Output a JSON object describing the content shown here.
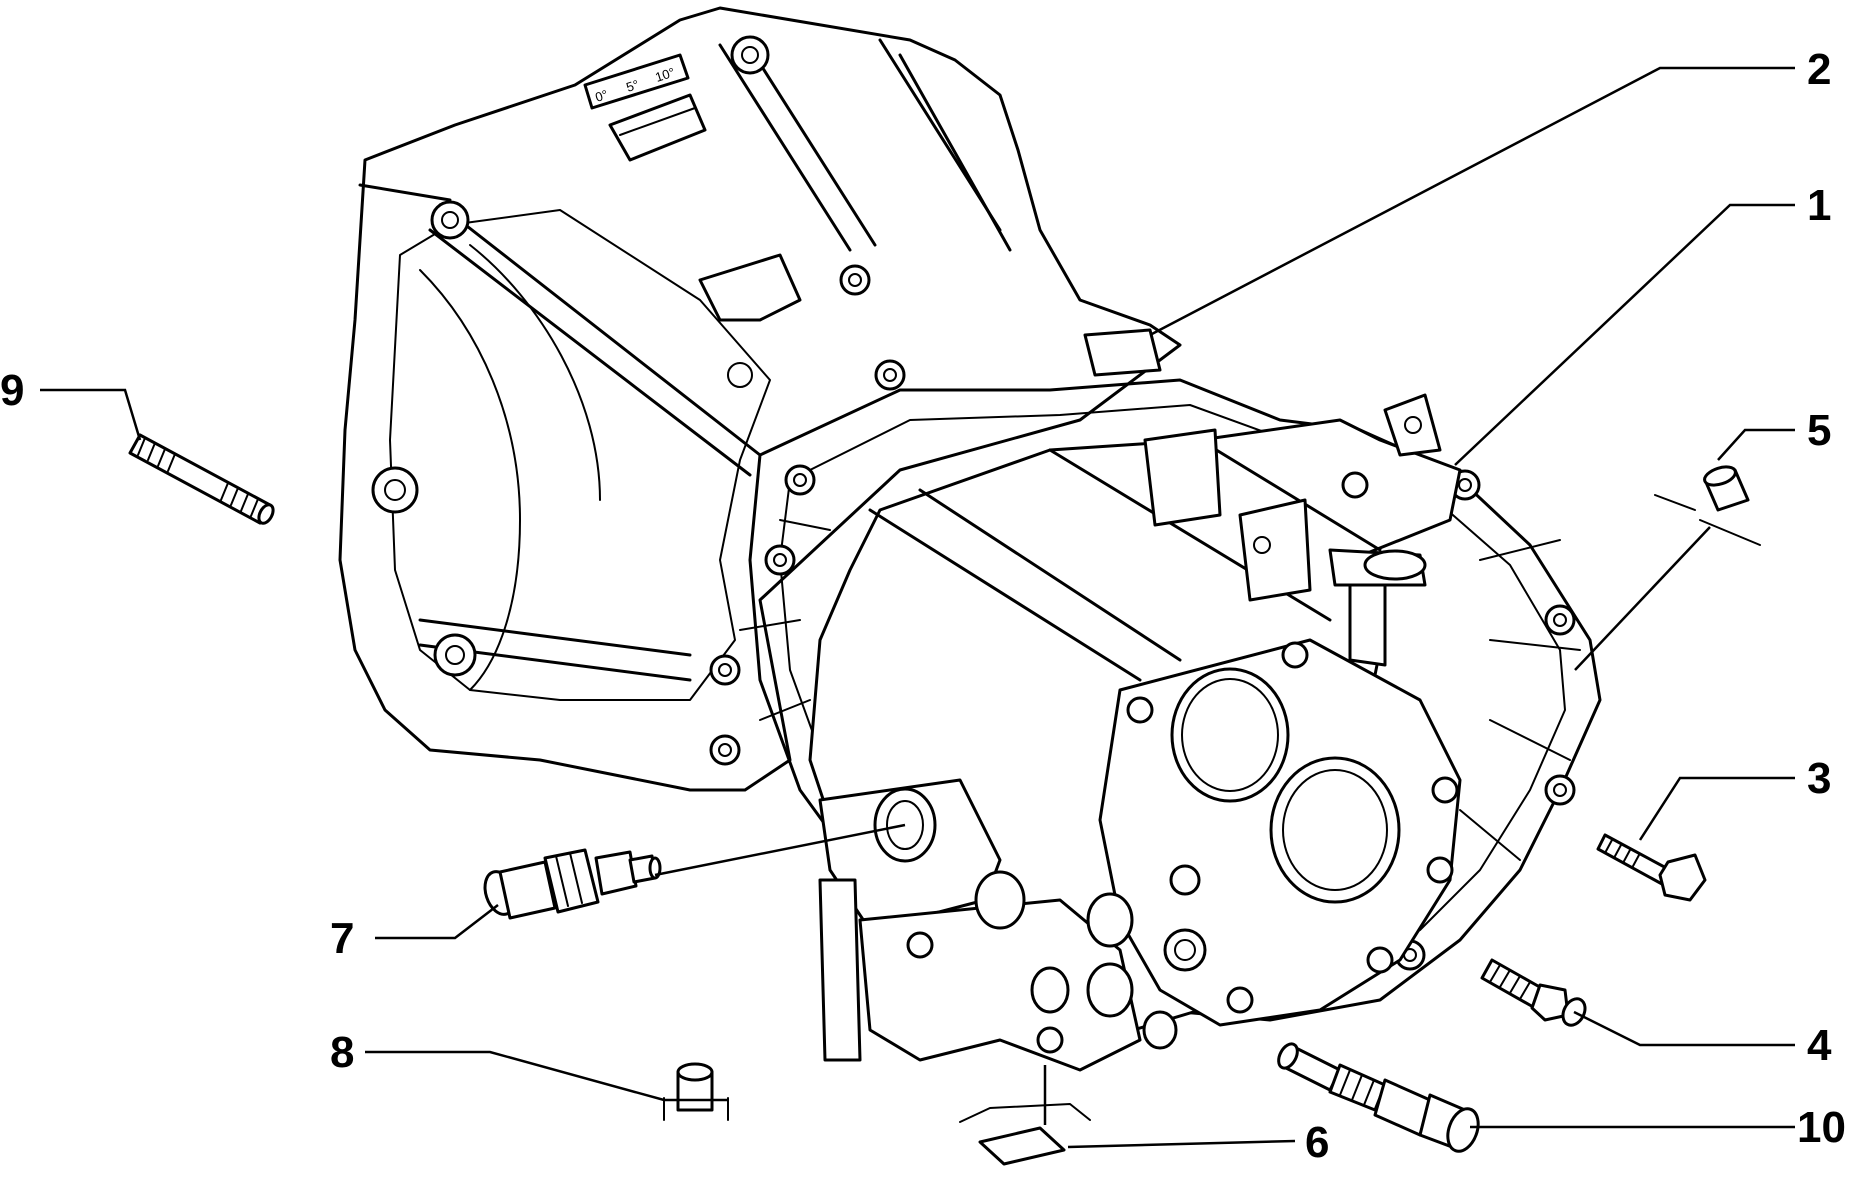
{
  "diagram": {
    "callouts": {
      "c1": "1",
      "c2": "2",
      "c3": "3",
      "c4": "4",
      "c5": "5",
      "c6": "6",
      "c7": "7",
      "c8": "8",
      "c9": "9",
      "c10": "10"
    },
    "timing_scale": {
      "mark_0": "0°",
      "mark_5": "5°",
      "mark_10": "10°"
    }
  }
}
